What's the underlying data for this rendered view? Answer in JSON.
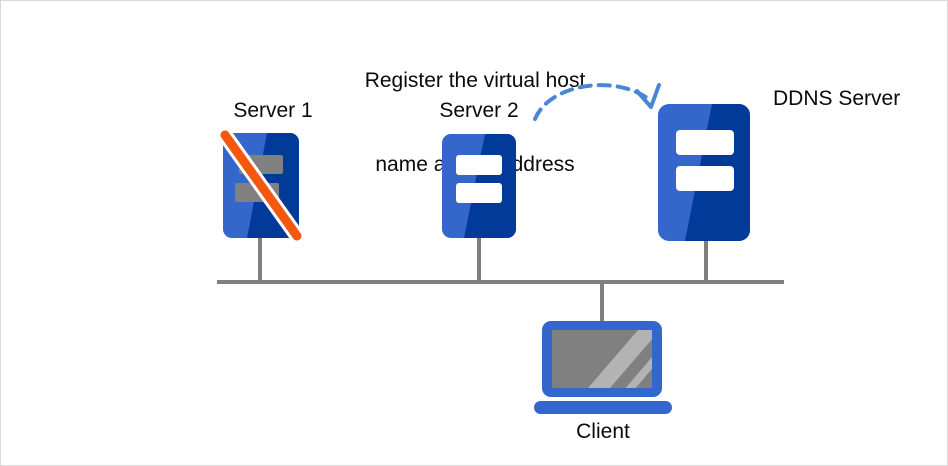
{
  "diagram": {
    "title_line1": "Register the virtual host",
    "title_line2": "name and IP address",
    "colors": {
      "server_blue_light": "#3466cc",
      "server_blue_dark": "#023a9a",
      "strike_orange": "#f4580e",
      "wire_gray": "#808080",
      "screen_gray": "#808080",
      "bezel_blue": "#3466cc",
      "arrow_blue": "#4a86d6",
      "canvas_border": "#d9d9d9"
    },
    "nodes": [
      {
        "id": "server1",
        "label": "Server 1",
        "type": "server-icon",
        "status": "disabled",
        "marker": "orange-diagonal-strikethrough",
        "bar_color": "#808080"
      },
      {
        "id": "server2",
        "label": "Server 2",
        "type": "server-icon",
        "status": "active",
        "marker": "none",
        "bar_color": "#ffffff"
      },
      {
        "id": "ddns",
        "label": "DDNS Server",
        "type": "server-icon",
        "status": "active",
        "marker": "none",
        "bar_color": "#ffffff"
      },
      {
        "id": "client",
        "label": "Client",
        "type": "monitor-icon",
        "status": "active",
        "marker": "none",
        "bar_color": "#ffffff"
      }
    ],
    "connections": {
      "bus_label": "network-bus",
      "arrow_label": "registration-arrow",
      "arrow_style": "dashed-curved"
    }
  }
}
